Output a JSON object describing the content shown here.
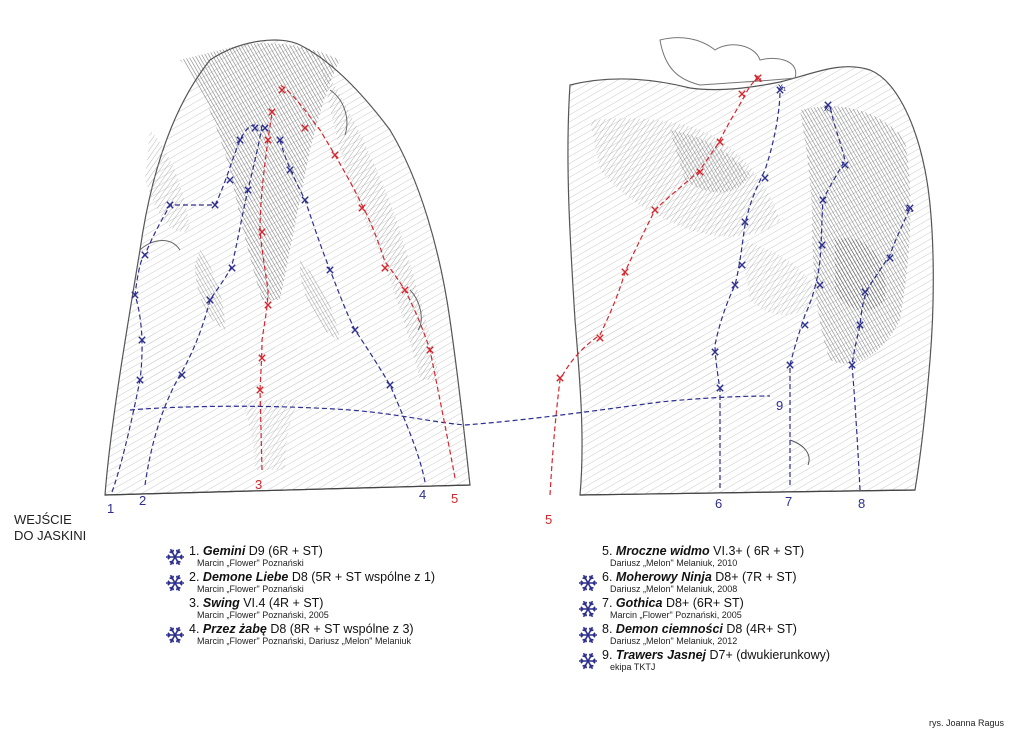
{
  "colors": {
    "blue_route": "#2d2f8f",
    "red_route": "#d4262e",
    "rock_dark": "#6b6b6b",
    "rock_light": "#cfcfcf"
  },
  "entrance_label": [
    "WEJŚCIE",
    "DO JASKINI"
  ],
  "route_numbers": {
    "n1": "1",
    "n2": "2",
    "n3": "3",
    "n4": "4",
    "n5a": "5",
    "n5b": "5",
    "n6": "6",
    "n7": "7",
    "n8": "8",
    "n9": "9"
  },
  "anchor_label": "x₁",
  "legend_left": [
    {
      "num": "1.",
      "name": "Gemini",
      "grade": "D9  (6R + ST)",
      "author": "Marcin „Flower\" Poznański",
      "star": true
    },
    {
      "num": "2.",
      "name": "Demone Liebe",
      "grade": "D8  (5R + ST wspólne z 1)",
      "author": "Marcin „Flower\" Poznański",
      "star": true
    },
    {
      "num": "3.",
      "name": "Swing",
      "grade": "VI.4  (4R + ST)",
      "author": "Marcin „Flower\" Poznański, 2005",
      "star": false
    },
    {
      "num": "4.",
      "name": "Przez żabę",
      "grade": "D8  (8R + ST wspólne z 3)",
      "author": "Marcin „Flower\" Poznański, Dariusz „Melon\" Melaniuk",
      "star": true
    }
  ],
  "legend_right": [
    {
      "num": "5.",
      "name": "Mroczne widmo",
      "grade": "VI.3+  ( 6R + ST)",
      "author": "Dariusz „Melon\" Melaniuk, 2010",
      "star": false
    },
    {
      "num": "6.",
      "name": "Moherowy Ninja",
      "grade": "D8+  (7R + ST)",
      "author": "Dariusz „Melon\" Melaniuk, 2008",
      "star": true
    },
    {
      "num": "7.",
      "name": "Gothica",
      "grade": "D8+  (6R+ ST)",
      "author": "Marcin „Flower\" Poznański, 2005",
      "star": true
    },
    {
      "num": "8.",
      "name": "Demon ciemności",
      "grade": "D8  (4R+ ST)",
      "author": "Dariusz „Melon\" Melaniuk, 2012",
      "star": true
    },
    {
      "num": "9.",
      "name": "Trawers Jasnej",
      "grade": "D7+ (dwukierunkowy)",
      "author": "ekipa TKTJ",
      "star": true
    }
  ],
  "credit": "rys. Joanna Ragus"
}
